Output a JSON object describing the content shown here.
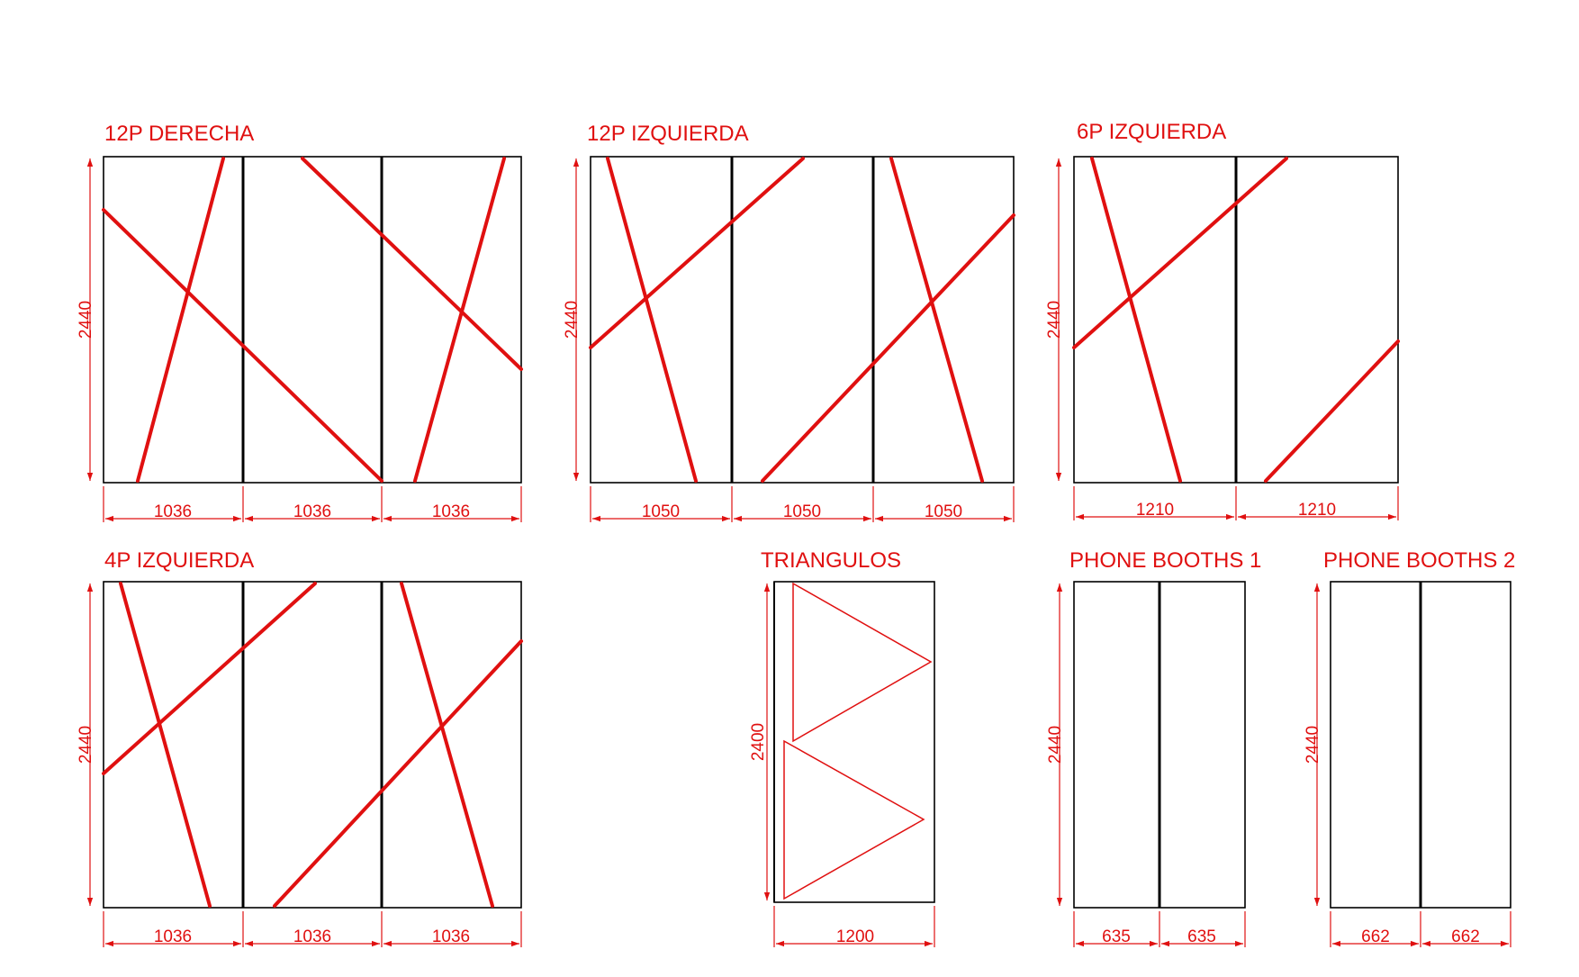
{
  "colors": {
    "accent": "#e01010",
    "frame": "#000000",
    "background": "#ffffff"
  },
  "panels": [
    {
      "id": "12p-derecha",
      "title": "12P DERECHA",
      "height_label": "2440",
      "width_labels": [
        "1036",
        "1036",
        "1036"
      ]
    },
    {
      "id": "12p-izquierda",
      "title": "12P IZQUIERDA",
      "height_label": "2440",
      "width_labels": [
        "1050",
        "1050",
        "1050"
      ]
    },
    {
      "id": "6p-izquierda",
      "title": "6P IZQUIERDA",
      "height_label": "2440",
      "width_labels": [
        "1210",
        "1210"
      ]
    },
    {
      "id": "4p-izquierda",
      "title": "4P IZQUIERDA",
      "height_label": "2440",
      "width_labels": [
        "1036",
        "1036",
        "1036"
      ]
    },
    {
      "id": "triangulos",
      "title": "TRIANGULOS",
      "height_label": "2400",
      "width_labels": [
        "1200"
      ]
    },
    {
      "id": "phone-booths-1",
      "title": "PHONE BOOTHS 1",
      "height_label": "2440",
      "width_labels": [
        "635",
        "635"
      ]
    },
    {
      "id": "phone-booths-2",
      "title": "PHONE BOOTHS 2",
      "height_label": "2440",
      "width_labels": [
        "662",
        "662"
      ]
    }
  ]
}
